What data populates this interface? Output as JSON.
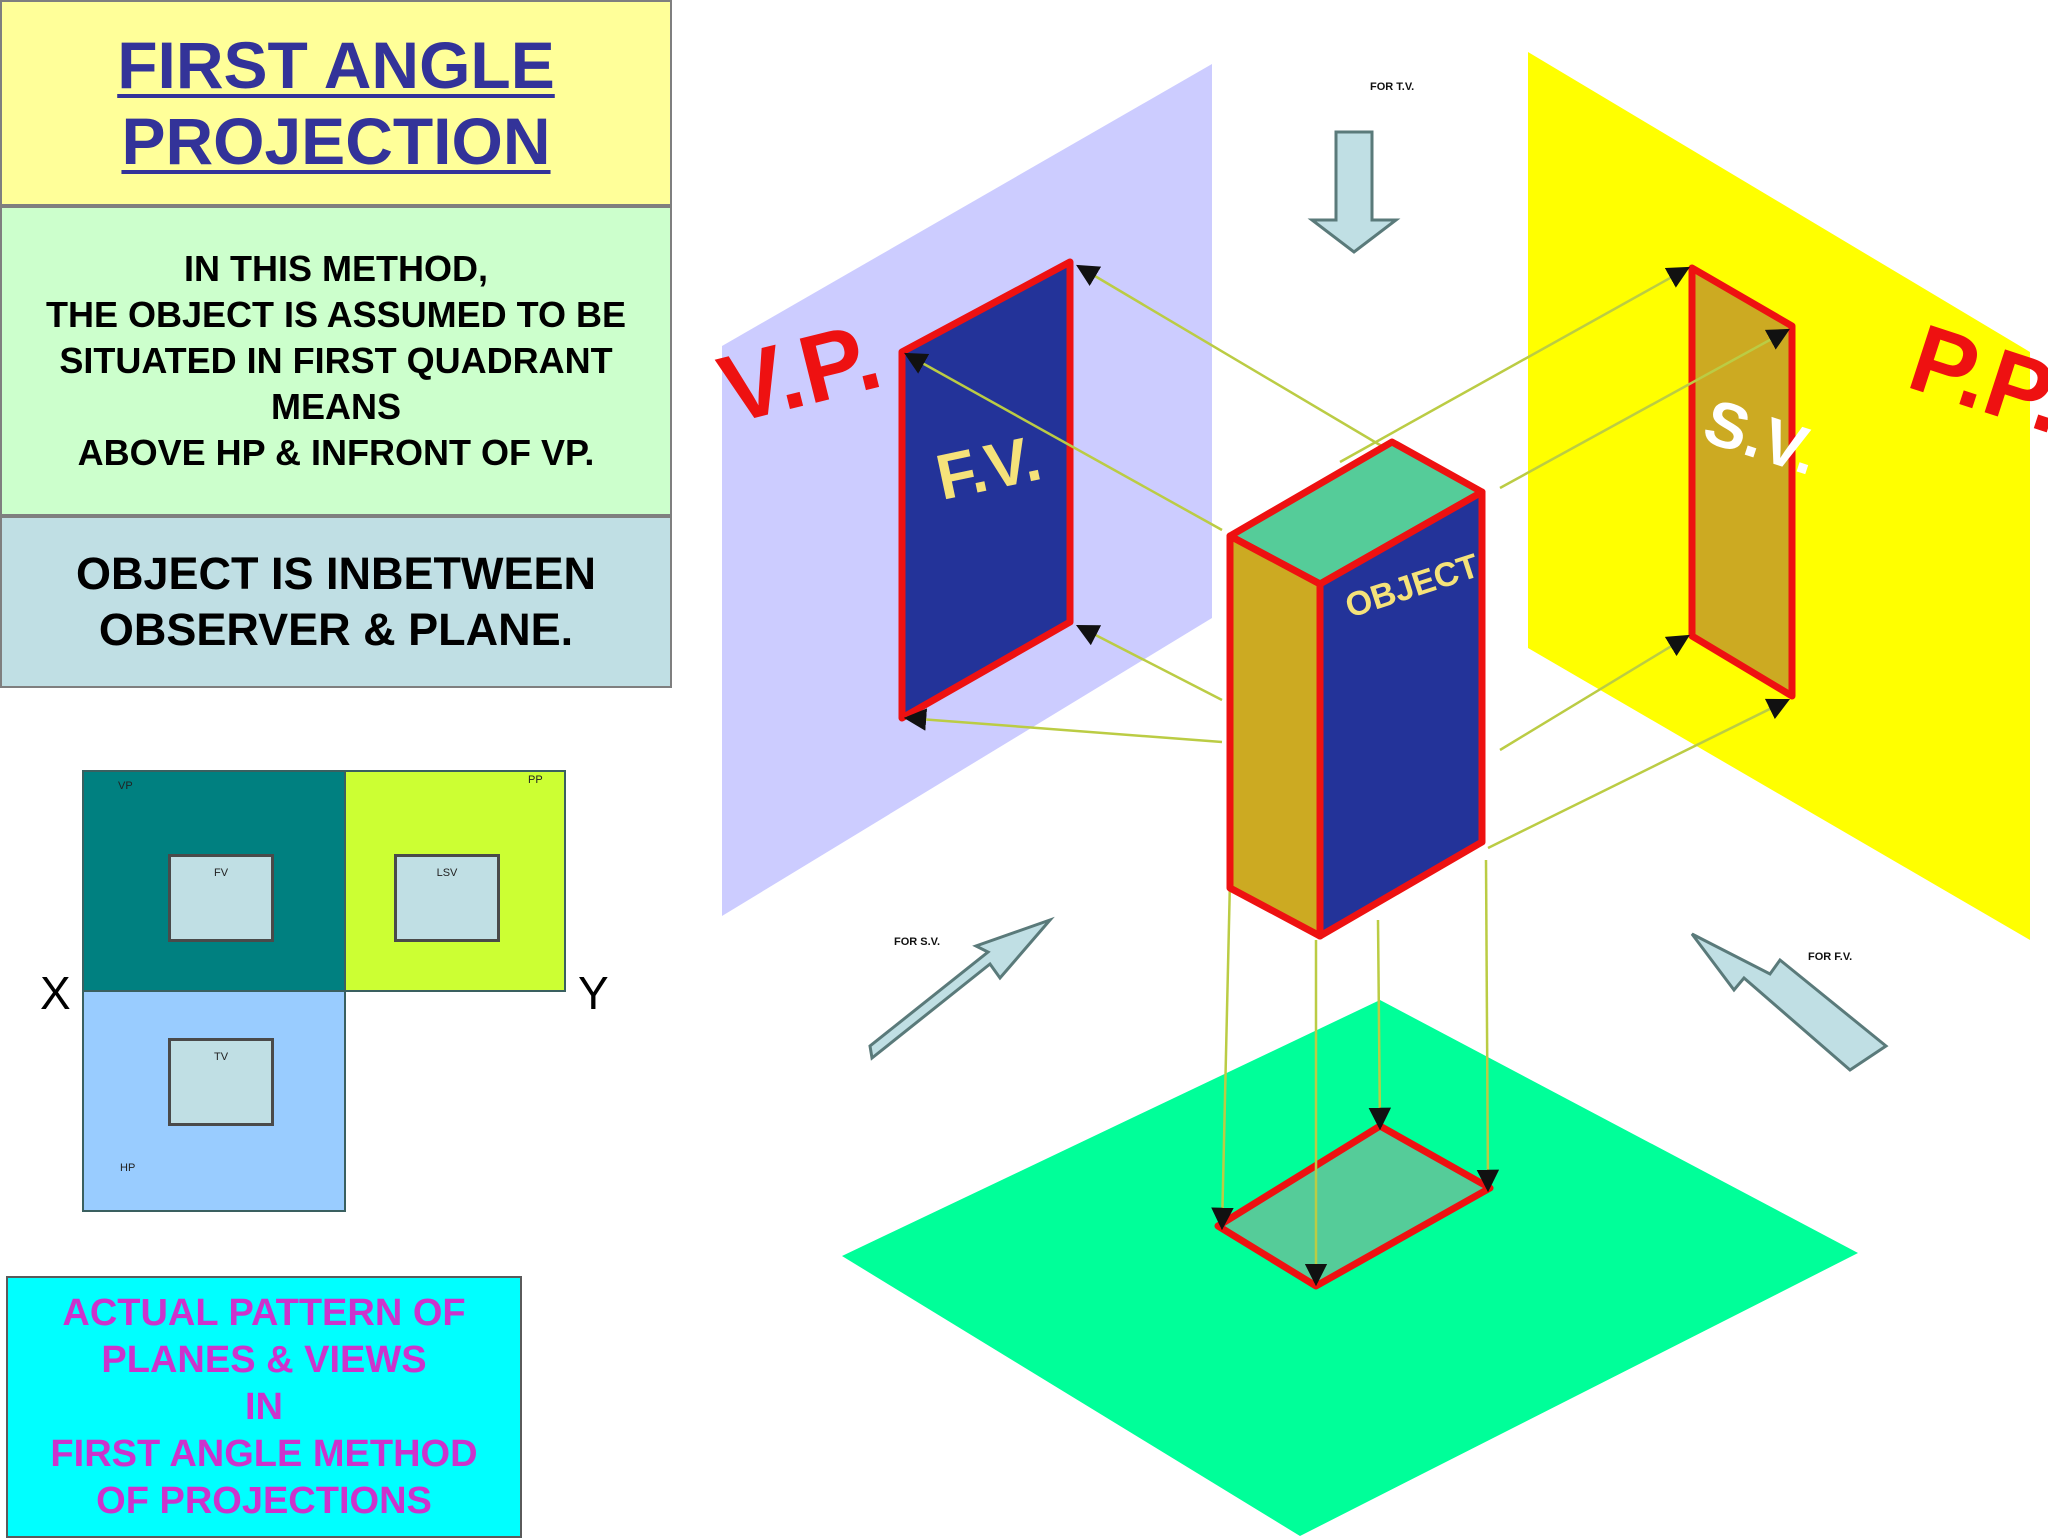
{
  "title": {
    "line1": "FIRST ANGLE ",
    "line2": "PROJECTION"
  },
  "method": {
    "line1": "IN THIS METHOD,",
    "line2": "THE OBJECT IS ASSUMED TO BE",
    "line3": "SITUATED IN FIRST QUADRANT",
    "line4": "MEANS",
    "line5": "ABOVE HP & INFRONT OF VP."
  },
  "observer": {
    "line1": "OBJECT IS INBETWEEN",
    "line2": "OBSERVER & PLANE."
  },
  "mini_layout": {
    "vp_label": "VP",
    "pp_label": "PP",
    "hp_label": "HP",
    "fv_label": "FV",
    "lsv_label": "LSV",
    "tv_label": "TV",
    "x_label": "X",
    "y_label": "Y",
    "colors": {
      "vp": "#008080",
      "pp": "#ccff33",
      "hp": "#99ccff",
      "view": "#c0dfe4"
    }
  },
  "pattern": {
    "line1": "ACTUAL PATTERN OF",
    "line2": "PLANES & VIEWS",
    "line3": "IN",
    "line4": "FIRST ANGLE METHOD",
    "line5": "OF PROJECTIONS"
  },
  "diagram": {
    "vp_label": "V.P.",
    "pp_label": "P.P.",
    "fv_label": "F.V.",
    "sv_label": "S.V.",
    "object_label": "OBJECT",
    "for_tv": "FOR T.V.",
    "for_sv": "FOR S.V.",
    "for_fv": "FOR F.V.",
    "colors": {
      "vp_plane": "#ccccff",
      "pp_plane": "#ffff00",
      "hp_plane": "#00ff99",
      "front_face": "#233399",
      "side_face": "#ccaa22",
      "top_face": "#55cc99",
      "edge": "#ee1111",
      "projector": "#bbcc44",
      "label_red": "#ee1111",
      "arrow": "#c0dfe4"
    }
  }
}
